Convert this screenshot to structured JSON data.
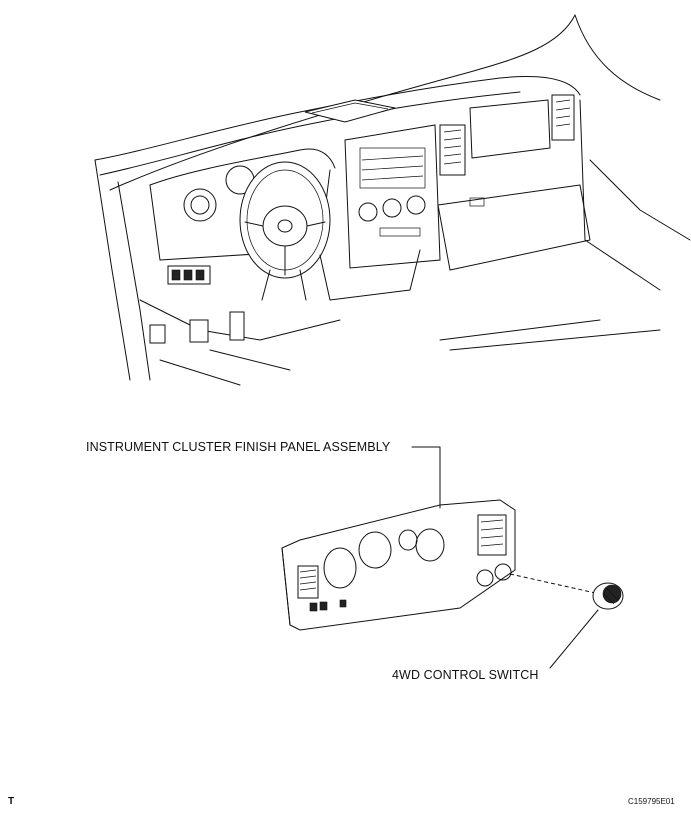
{
  "labels": {
    "panel_assembly": "INSTRUMENT CLUSTER FINISH PANEL ASSEMBLY",
    "control_switch": "4WD CONTROL SWITCH"
  },
  "corner": {
    "left_mark": "T",
    "figure_code": "C159795E01"
  },
  "icons": [
    "dashboard-illustration",
    "finish-panel-illustration",
    "4wd-switch-knob-icon"
  ]
}
